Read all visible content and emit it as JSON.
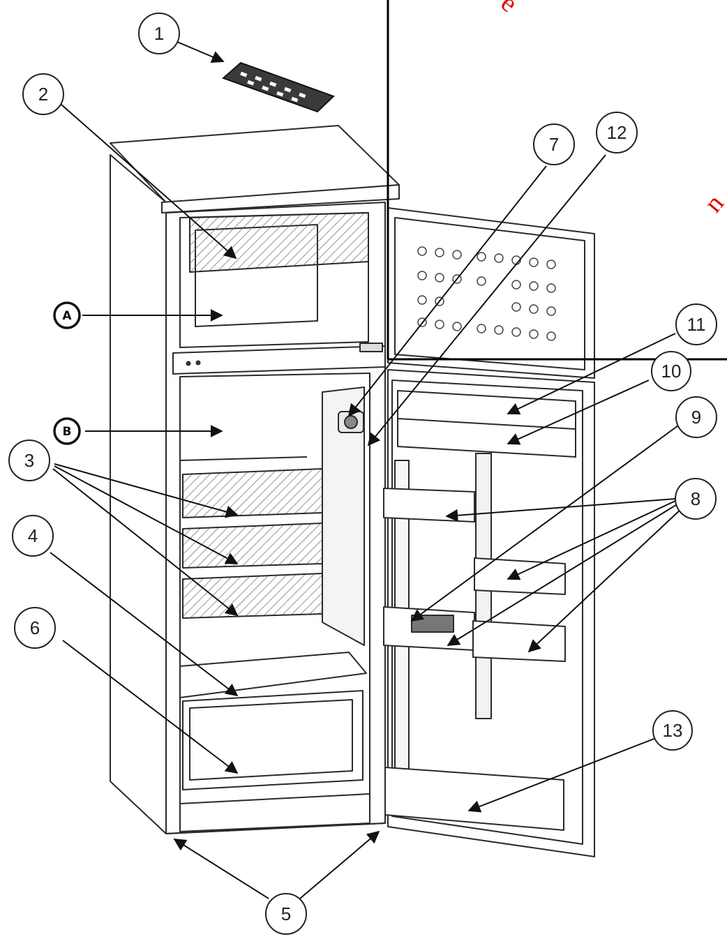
{
  "callouts": [
    {
      "id": "1",
      "label": "1"
    },
    {
      "id": "2",
      "label": "2"
    },
    {
      "id": "3",
      "label": "3"
    },
    {
      "id": "4",
      "label": "4"
    },
    {
      "id": "5",
      "label": "5"
    },
    {
      "id": "6",
      "label": "6"
    },
    {
      "id": "7",
      "label": "7"
    },
    {
      "id": "8",
      "label": "8"
    },
    {
      "id": "9",
      "label": "9"
    },
    {
      "id": "10",
      "label": "10"
    },
    {
      "id": "11",
      "label": "11"
    },
    {
      "id": "12",
      "label": "12"
    },
    {
      "id": "13",
      "label": "13"
    }
  ],
  "sections": [
    {
      "id": "A",
      "label": "A"
    },
    {
      "id": "B",
      "label": "B"
    }
  ],
  "watermark": {
    "fragment_top": "e",
    "fragment_right": "n"
  },
  "colors": {
    "line": "#2a2a2a",
    "fill": "#ffffff",
    "hatch": "#555555",
    "watermark": "#e00000"
  }
}
